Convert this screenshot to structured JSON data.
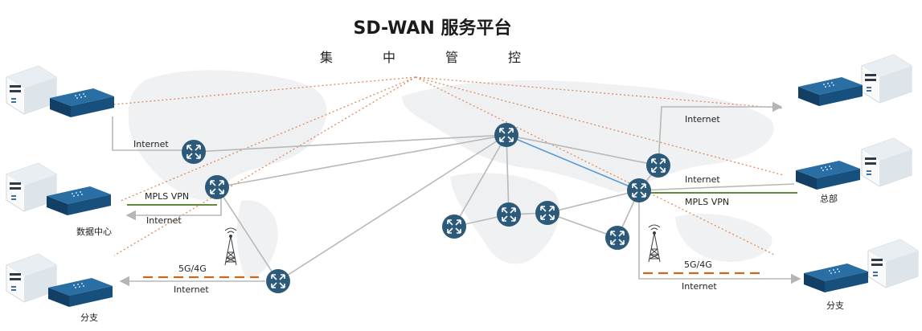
{
  "header": {
    "title": "SD-WAN 服务平台",
    "subtitle": "集中管控"
  },
  "labels": {
    "internet_dc_top": "Internet",
    "mpls_dc": "MPLS VPN",
    "internet_dc_bottom": "Internet",
    "dc_name": "数据中心",
    "g_left": "5G/4G",
    "internet_branch_left": "Internet",
    "branch_left_name": "分支",
    "internet_hq_top": "Internet",
    "internet_hq_mid": "Internet",
    "mpls_hq": "MPLS VPN",
    "hq_name": "总部",
    "g_right": "5G/4G",
    "internet_branch_right": "Internet",
    "branch_right_name": "分支"
  },
  "colors": {
    "router": "#2d5a78",
    "device": "#1a5e8e",
    "internet_line": "#b5b5b5",
    "mpls_line": "#5f8b3a",
    "wireless_line": "#c76a1d",
    "control_line": "#e0895b",
    "highlight_line": "#5b9bd0",
    "map": "#eef0f2"
  }
}
